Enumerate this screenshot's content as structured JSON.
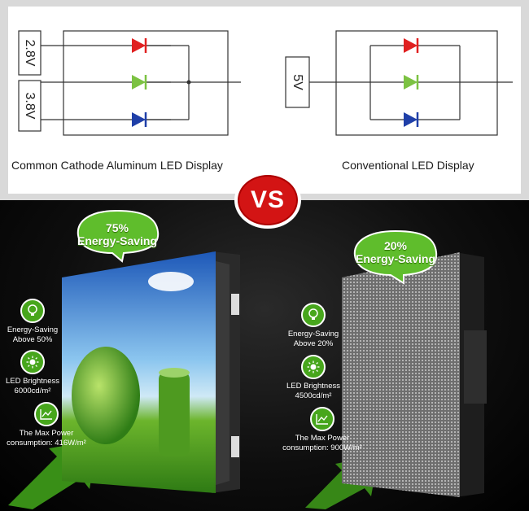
{
  "diagram": {
    "left_circuit": {
      "caption": "Common Cathode Aluminum LED Display",
      "voltages": [
        "2.8V",
        "3.8V"
      ]
    },
    "right_circuit": {
      "caption": "Conventional LED Display",
      "voltages": [
        "5V"
      ]
    },
    "diode_colors": [
      "#e02020",
      "#7cc242",
      "#1f3fa8"
    ]
  },
  "vs_label": "VS",
  "left_product": {
    "bubble": [
      "75%",
      "Energy-Saving"
    ],
    "features": [
      {
        "icon": "lightbulb-icon",
        "lines": [
          "Energy-Saving",
          "Above 50%"
        ]
      },
      {
        "icon": "sun-icon",
        "lines": [
          "LED Brightness",
          "6000cd/m²"
        ]
      },
      {
        "icon": "chart-icon",
        "lines": [
          "The Max Power",
          "consumption: 416W/m²"
        ]
      }
    ]
  },
  "right_product": {
    "bubble": [
      "20%",
      "Energy-Saving"
    ],
    "features": [
      {
        "icon": "lightbulb-icon",
        "lines": [
          "Energy-Saving",
          "Above 20%"
        ]
      },
      {
        "icon": "sun-icon",
        "lines": [
          "LED Brightness",
          "4500cd/m²"
        ]
      },
      {
        "icon": "chart-icon",
        "lines": [
          "The Max Power",
          "consumption: 900W/m²"
        ]
      }
    ]
  },
  "colors": {
    "accent_green": "#47a61c",
    "vs_red": "#d31414"
  }
}
